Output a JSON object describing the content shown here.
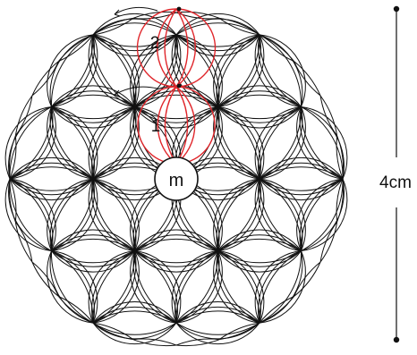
{
  "diagram": {
    "center_label": "m",
    "labels": [
      {
        "id": "label-1",
        "text": "1"
      },
      {
        "id": "label-2",
        "text": "2"
      }
    ],
    "scale": {
      "text": "4cm"
    },
    "colors": {
      "line": "#111111",
      "highlight": "#e0262b",
      "background": "#ffffff"
    }
  }
}
